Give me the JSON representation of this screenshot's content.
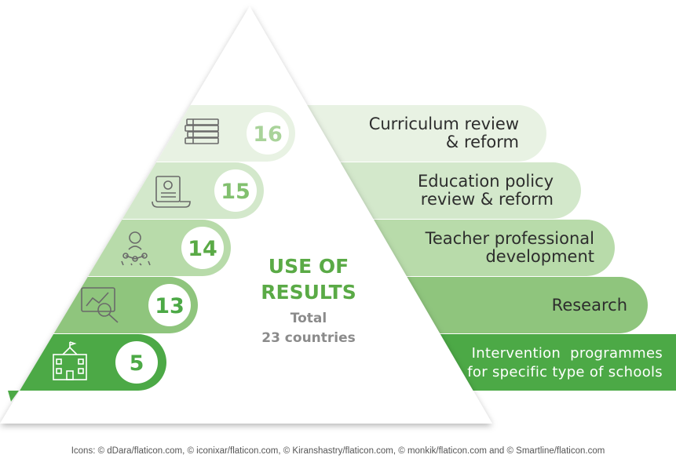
{
  "title": "USE OF RESULTS",
  "total_label": "Total",
  "total_countries": "23 countries",
  "tiers": [
    {
      "count": "16",
      "label_line1": "Curriculum review",
      "label_line2": "& reform",
      "icon": "books-icon"
    },
    {
      "count": "15",
      "label_line1": "Education policy",
      "label_line2": "review & reform",
      "icon": "certificate-scroll-icon"
    },
    {
      "count": "14",
      "label_line1": "Teacher professional",
      "label_line2": "development",
      "icon": "teacher-network-icon"
    },
    {
      "count": "13",
      "label_line1": "Research",
      "label_line2": "",
      "icon": "research-magnifier-icon"
    },
    {
      "count": "5",
      "label_line1": "Intervention  programmes",
      "label_line2": "for specific type of schools",
      "icon": "school-building-icon"
    }
  ],
  "colors": {
    "tier_fills": [
      "#e8f2e3",
      "#d3e8cb",
      "#b8dbaa",
      "#8fc57d",
      "#4ca946"
    ],
    "tier_text": [
      "#a9d39a",
      "#82c06f",
      "#5aaa46",
      "#4ca946",
      "#4ca946"
    ],
    "title_green": "#5aaa46",
    "total_gray": "#8b8b8b"
  },
  "credit": "Icons: © dDara/flaticon.com, © iconixar/flaticon.com, © Kiranshastry/flaticon.com,  © monkik/flaticon.com and © Smartline/flaticon.com"
}
